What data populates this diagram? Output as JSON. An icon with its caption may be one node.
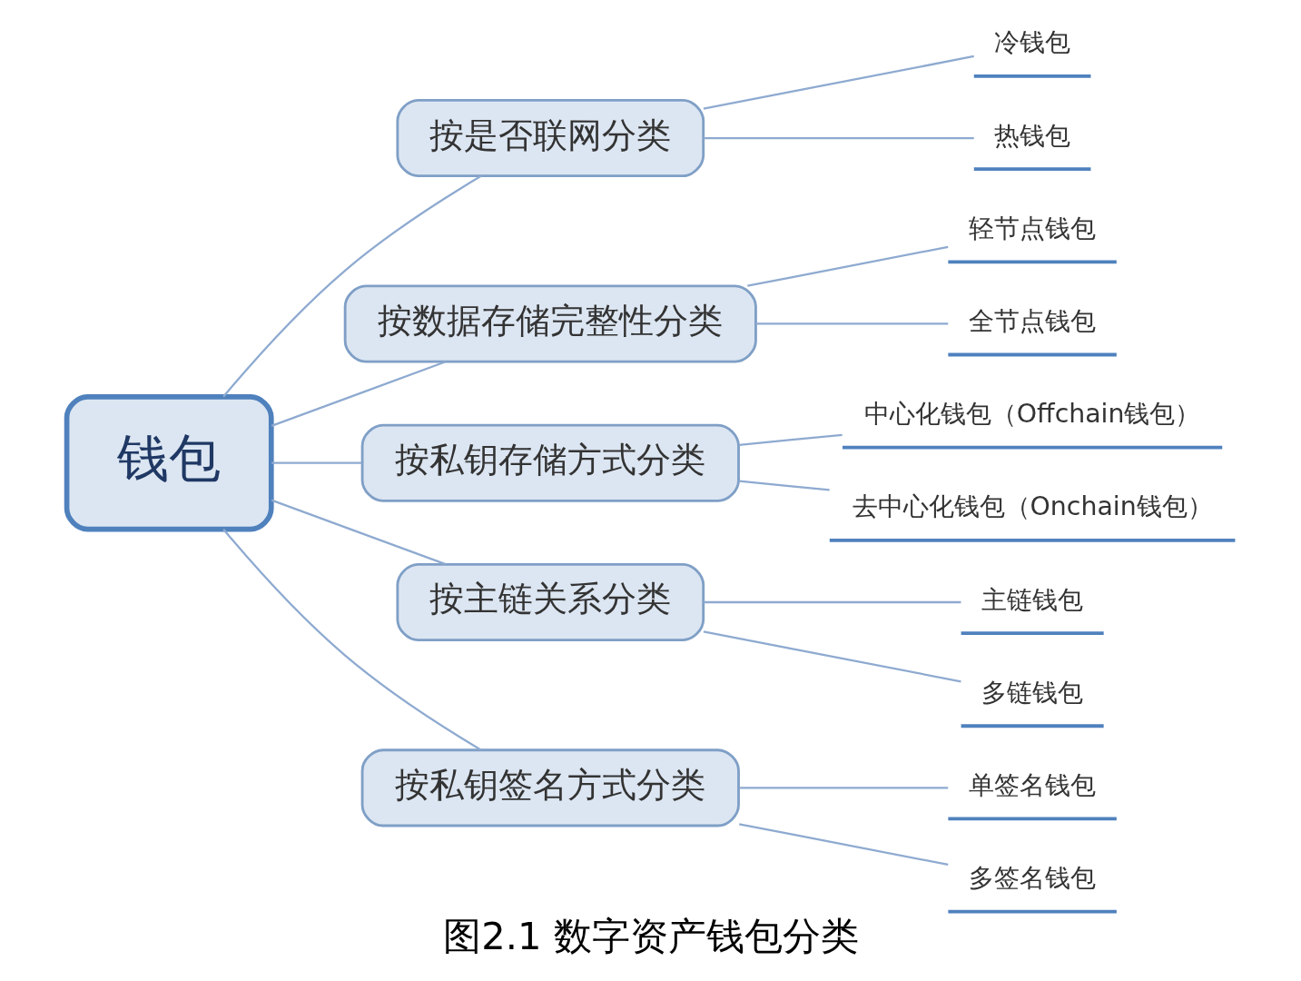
{
  "diagram": {
    "caption": "图2.1 数字资产钱包分类",
    "nodes": [
      {
        "text": [
          "钱包"
        ]
      },
      {
        "text": [
          "按是否联网分类"
        ]
      },
      {
        "text": [
          "冷钱包"
        ]
      },
      {
        "text": [
          "热钱包"
        ]
      },
      {
        "text": [
          "按数据存储完整性分类"
        ]
      },
      {
        "text": [
          "轻节点钱包"
        ]
      },
      {
        "text": [
          "全节点钱包"
        ]
      },
      {
        "text": [
          "按私钥存储方式分类"
        ]
      },
      {
        "text": [
          "中心化钱包（Offchain钱包）"
        ]
      },
      {
        "text": [
          "去中心化钱包（Onchain钱包）"
        ]
      },
      {
        "text": [
          "按主链关系分类"
        ]
      },
      {
        "text": [
          "主链钱包"
        ]
      },
      {
        "text": [
          "多链钱包"
        ]
      },
      {
        "text": [
          "按私钥签名方式分类"
        ]
      },
      {
        "text": [
          "单签名钱包"
        ]
      },
      {
        "text": [
          "多签名钱包"
        ]
      }
    ],
    "edges": [
      {
        "from": 0,
        "to": 1,
        "arrow": "none"
      },
      {
        "from": 1,
        "to": 2,
        "arrow": "none"
      },
      {
        "from": 1,
        "to": 3,
        "arrow": "none"
      },
      {
        "from": 0,
        "to": 4,
        "arrow": "none"
      },
      {
        "from": 4,
        "to": 5,
        "arrow": "none"
      },
      {
        "from": 4,
        "to": 6,
        "arrow": "none"
      },
      {
        "from": 0,
        "to": 7,
        "arrow": "none"
      },
      {
        "from": 7,
        "to": 8,
        "arrow": "none"
      },
      {
        "from": 7,
        "to": 9,
        "arrow": "none"
      },
      {
        "from": 0,
        "to": 10,
        "arrow": "none"
      },
      {
        "from": 10,
        "to": 11,
        "arrow": "none"
      },
      {
        "from": 10,
        "to": 12,
        "arrow": "none"
      },
      {
        "from": 0,
        "to": 13,
        "arrow": "none"
      },
      {
        "from": 13,
        "to": 14,
        "arrow": "none"
      },
      {
        "from": 13,
        "to": 15,
        "arrow": "none"
      }
    ]
  }
}
